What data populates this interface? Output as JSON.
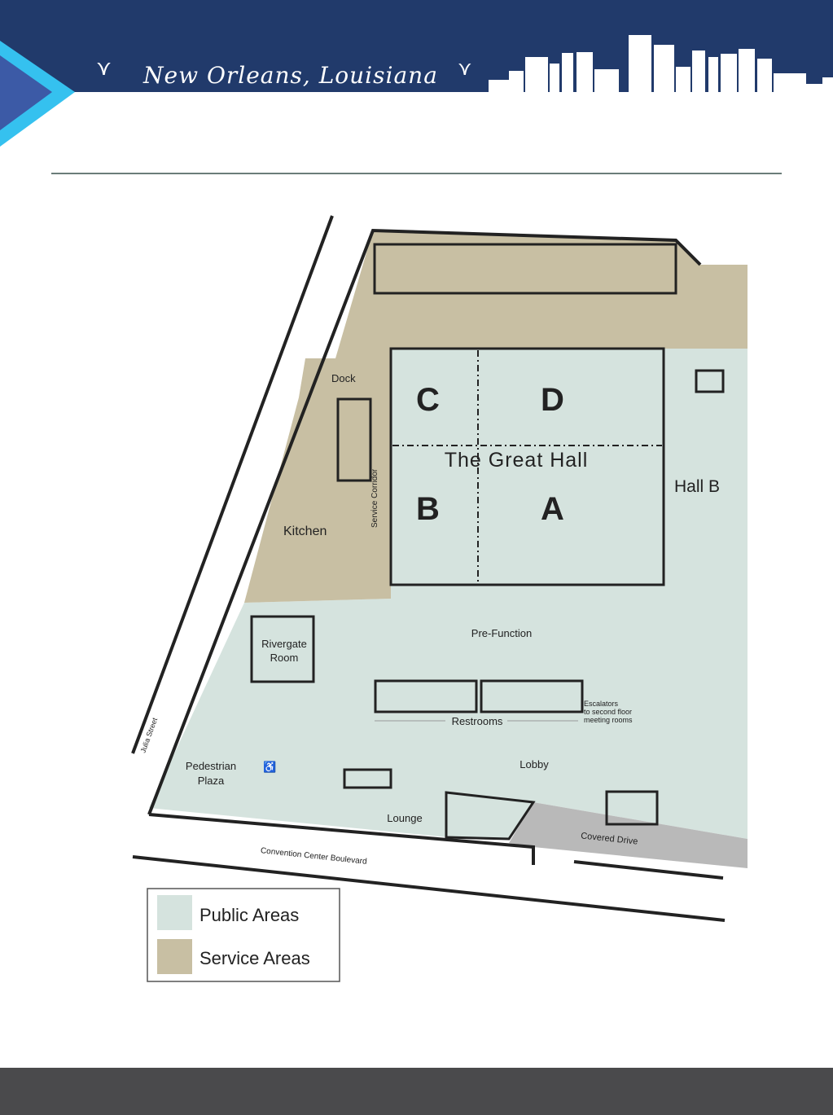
{
  "header": {
    "title": "New Orleans, Louisiana"
  },
  "map": {
    "hall_title": "The Great Hall",
    "sections": [
      "C",
      "D",
      "B",
      "A"
    ],
    "labels": {
      "hall_b": "Hall B",
      "dock": "Dock",
      "kitchen": "Kitchen",
      "service_corridor": "Service Corridor",
      "rivergate_room": [
        "Rivergate",
        "Room"
      ],
      "pre_function": "Pre-Function",
      "restrooms": "Restrooms",
      "escalators": [
        "Escalators",
        "to second floor",
        "meeting rooms"
      ],
      "lobby": "Lobby",
      "lounge": "Lounge",
      "pedestrian_plaza": [
        "Pedestrian",
        "Plaza"
      ],
      "covered_drive": "Covered Drive",
      "julia_street": "Julia Street",
      "boulevard": "Convention Center Boulevard"
    },
    "colors": {
      "public": "#d5e3de",
      "service": "#c8bfa3",
      "drive": "#b9b9b9"
    }
  },
  "legend": {
    "items": [
      {
        "label": "Public Areas",
        "color": "#d5e3de"
      },
      {
        "label": "Service Areas",
        "color": "#c8bfa3"
      }
    ]
  }
}
